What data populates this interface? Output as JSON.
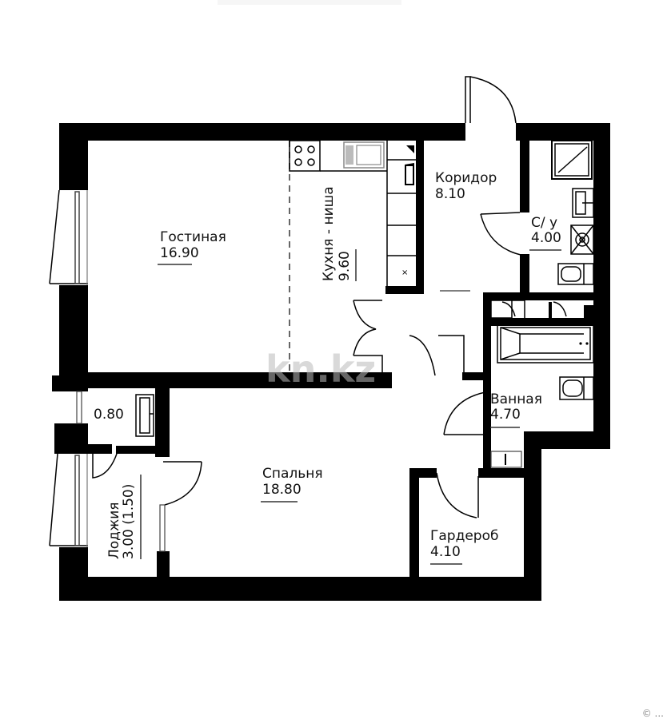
{
  "plan": {
    "rooms": [
      {
        "id": "living",
        "name": "Гостиная",
        "area": "16.90"
      },
      {
        "id": "kitchen",
        "name": "Кухня - ниша",
        "area": "9.60"
      },
      {
        "id": "corridor",
        "name": "Коридор",
        "area": "8.10"
      },
      {
        "id": "wc",
        "name": "С/ у",
        "area": "4.00"
      },
      {
        "id": "bathroom",
        "name": "Ванная",
        "area": "4.70"
      },
      {
        "id": "bedroom",
        "name": "Спальня",
        "area": "18.80"
      },
      {
        "id": "wardrobe",
        "name": "Гардероб",
        "area": "4.10"
      },
      {
        "id": "loggia",
        "name": "Лоджия",
        "area": "3.00 (1.50)"
      },
      {
        "id": "storage",
        "name": "",
        "area": "0.80"
      }
    ],
    "watermark": "kn.kz",
    "footer": "© ..."
  },
  "colors": {
    "wall": "#000000",
    "background": "#ffffff",
    "fixture": "#777777"
  }
}
